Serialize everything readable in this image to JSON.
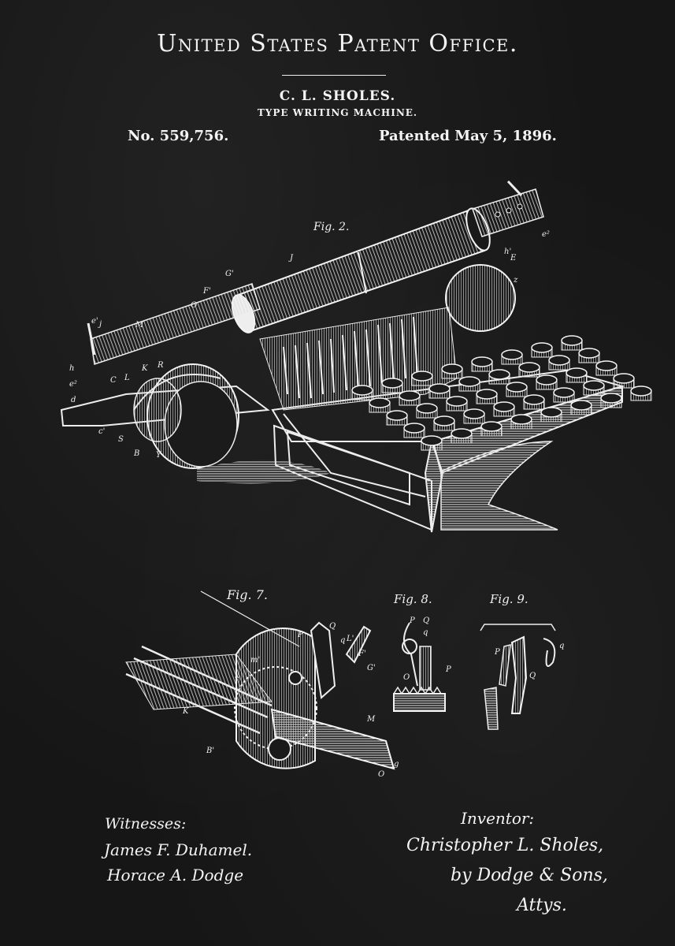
{
  "header": {
    "office_title": "United States Patent Office.",
    "inventor_name": "C. L. SHOLES.",
    "subject": "TYPE WRITING MACHINE.",
    "patent_number": "No. 559,756.",
    "patent_date": "Patented May 5, 1896."
  },
  "figures": {
    "fig2": "Fig. 2.",
    "fig7": "Fig. 7.",
    "fig8": "Fig. 8.",
    "fig9": "Fig. 9."
  },
  "reference_letters": {
    "fig2": [
      "J",
      "M",
      "O",
      "e'",
      "j",
      "h",
      "e²",
      "d",
      "C",
      "L",
      "K",
      "R",
      "S",
      "B",
      "Y",
      "c'",
      "G'",
      "F'",
      "E",
      "e²",
      "z",
      "h'"
    ],
    "fig7": [
      "P",
      "Q",
      "q",
      "L'",
      "F'",
      "G'",
      "m'",
      "k",
      "K",
      "B'",
      "M",
      "O",
      "g"
    ],
    "fig8": [
      "P",
      "Q",
      "q",
      "O",
      "P"
    ],
    "fig9": [
      "P",
      "Q",
      "q"
    ]
  },
  "signatures": {
    "witnesses_label": "Witnesses:",
    "witness_1": "James F. Duhamel.",
    "witness_2": "Horace A. Dodge",
    "inventor_label": "Inventor:",
    "inventor_sig_1": "Christopher L. Sholes,",
    "inventor_sig_2": "by Dodge & Sons,",
    "inventor_sig_3": "Attys."
  },
  "colors": {
    "background": "#161616",
    "ink": "#f2f2f2"
  }
}
